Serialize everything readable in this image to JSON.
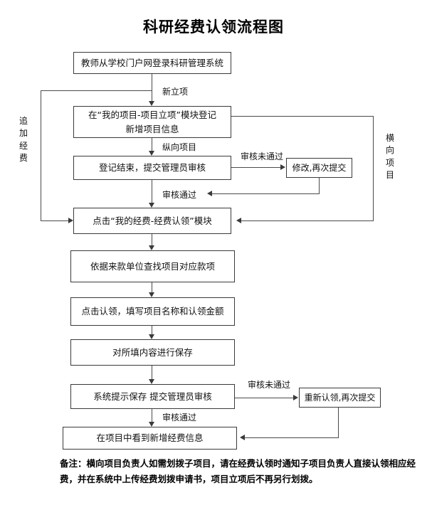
{
  "title": "科研经费认领流程图",
  "boxes": [
    {
      "id": "login",
      "text": "教师从学校门户网登录科研管理系统"
    },
    {
      "id": "register",
      "text": "在“我的项目-项目立项”模块登记\n新增项目信息"
    },
    {
      "id": "submit-audit",
      "text": "登记结束，提交管理员审核"
    },
    {
      "id": "claim-module",
      "text": "点击“我的经费-经费认领”模块"
    },
    {
      "id": "find-payment",
      "text": "依据来款单位查找项目对应款项"
    },
    {
      "id": "fill-claim",
      "text": "点击认领，填写项目名称和认领金额"
    },
    {
      "id": "save",
      "text": "对所填内容进行保存"
    },
    {
      "id": "save-submit",
      "text": "系统提示保存  提交管理员审核"
    },
    {
      "id": "see-funds",
      "text": "在项目中看到新增经费信息"
    }
  ],
  "side_boxes": [
    {
      "id": "modify-resubmit",
      "text": "修改,再次提交"
    },
    {
      "id": "reclaim-resubmit",
      "text": "重新认领,再次提交"
    }
  ],
  "edge_labels": {
    "new_project": "新立项",
    "vertical_project": "纵向项目",
    "audit_failed_1": "审核未通过",
    "audit_passed_1": "审核通过",
    "audit_failed_2": "审核未通过",
    "audit_passed_2": "审核通过"
  },
  "side_labels": {
    "left": "追加经费",
    "right": "横向项目"
  },
  "note": "备注：横向项目负责人如需划拨子项目，请在经费认领时通知子项目负责人直接认领相应经费，并在系统中上传经费划拨申请书，项目立项后不再另行划拨。",
  "colors": {
    "background": "#ffffff",
    "box_border": "#3a3a3a",
    "line": "#4a4a4a",
    "text": "#111111"
  }
}
